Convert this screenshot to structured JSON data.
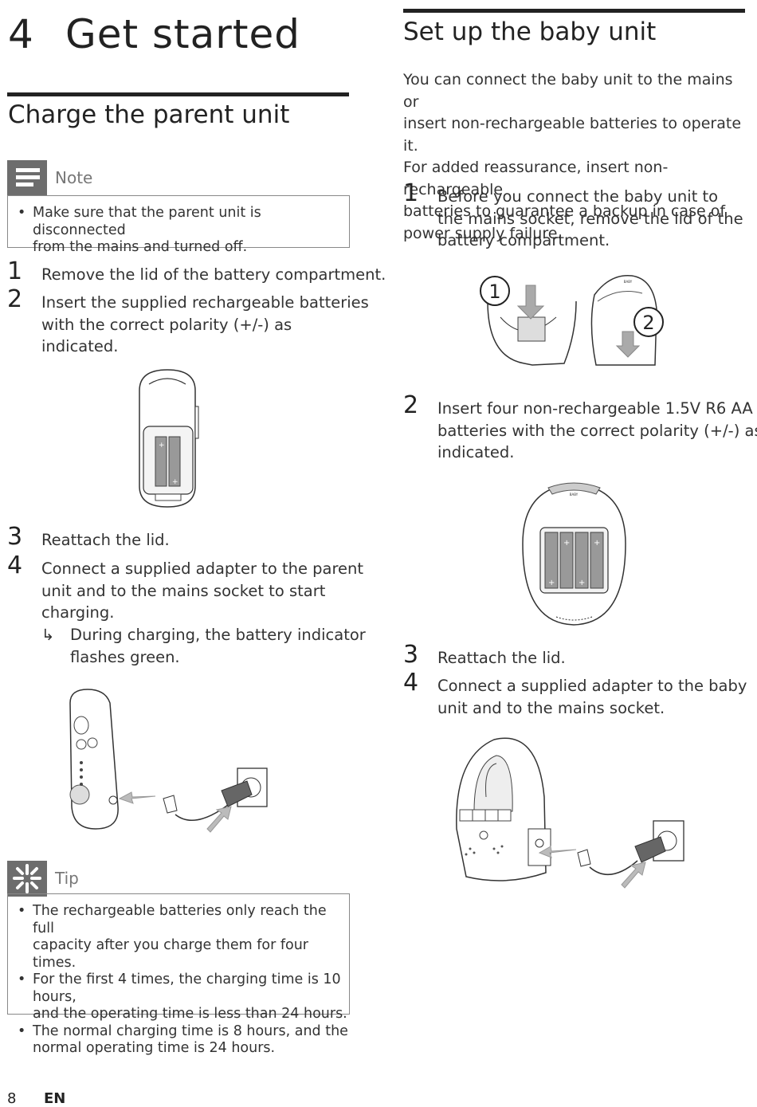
{
  "chapter": {
    "number": "4",
    "title": "Get started"
  },
  "left": {
    "section_title": "Charge the parent unit",
    "note": {
      "label": "Note",
      "items": [
        "Make sure that the parent unit is disconnected",
        "from the mains and turned off."
      ]
    },
    "steps_a": [
      {
        "n": "1",
        "lines": [
          "Remove the lid of the battery compartment."
        ]
      },
      {
        "n": "2",
        "lines": [
          "Insert the supplied rechargeable batteries",
          "with the correct polarity (+/-) as",
          "indicated."
        ]
      }
    ],
    "steps_b": [
      {
        "n": "3",
        "lines": [
          "Reattach the lid."
        ]
      },
      {
        "n": "4",
        "lines": [
          "Connect a supplied adapter to the parent",
          "unit and to the mains socket to start",
          "charging."
        ]
      }
    ],
    "result": {
      "arrow": "↳",
      "lines": [
        "During charging, the battery indicator",
        "flashes green."
      ]
    },
    "tip": {
      "label": "Tip",
      "items": [
        [
          "The rechargeable batteries only reach the full",
          "capacity after you charge them for four times."
        ],
        [
          "For the first 4 times, the charging time is 10 hours,",
          "and the operating time is less than 24 hours."
        ],
        [
          "The normal charging time is 8 hours, and the",
          "normal operating time is 24 hours."
        ]
      ]
    }
  },
  "right": {
    "section_title": "Set up the baby unit",
    "intro": [
      "You can connect the baby unit to the mains or",
      "insert non-rechargeable batteries to operate it.",
      "For added reassurance, insert non-rechargeable",
      "batteries to guarantee a backup in case of",
      "power supply failure."
    ],
    "steps": [
      {
        "n": "1",
        "lines": [
          "Before you connect the baby unit to",
          "the mains socket, remove the lid of the",
          "battery compartment."
        ]
      },
      {
        "n": "2",
        "lines": [
          "Insert four non-rechargeable 1.5V R6 AA",
          "batteries with the correct polarity (+/-) as",
          "indicated."
        ]
      },
      {
        "n": "3",
        "lines": [
          "Reattach the lid."
        ]
      },
      {
        "n": "4",
        "lines": [
          "Connect a supplied adapter to the baby",
          "unit and to the mains socket."
        ]
      }
    ],
    "callouts": [
      "1",
      "2"
    ],
    "device_label": "BABY"
  },
  "footer": {
    "page": "8",
    "lang": "EN"
  }
}
